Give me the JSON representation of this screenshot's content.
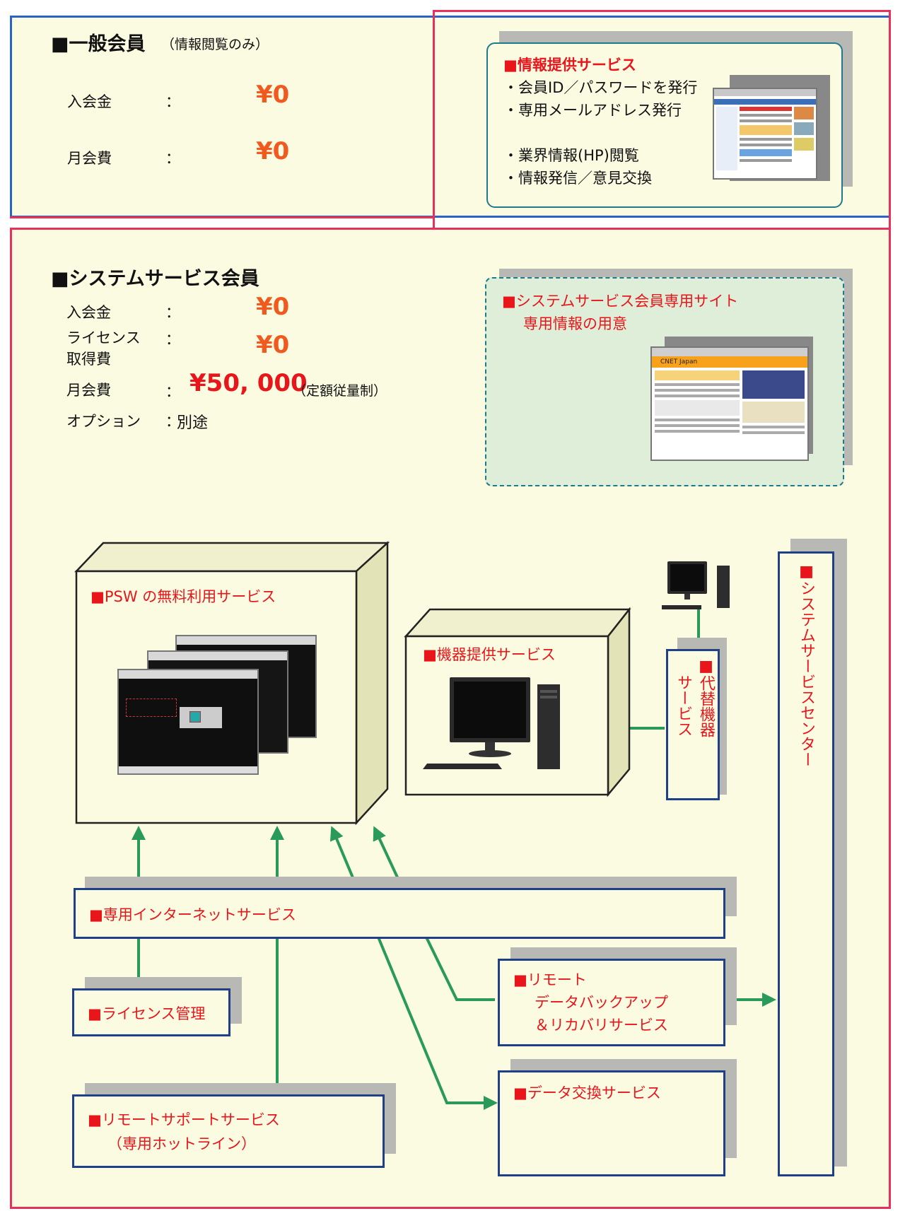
{
  "general_member": {
    "title": "■一般会員",
    "note": "（情報閲覧のみ）",
    "rows": [
      {
        "label": "入会金",
        "sep": "：",
        "value": "¥0"
      },
      {
        "label": "月会費",
        "sep": "：",
        "value": "¥0"
      }
    ]
  },
  "info_service": {
    "title": "■情報提供サービス",
    "items": [
      "・会員ID／パスワードを発行",
      "・専用メールアドレス発行",
      "・業界情報(HP)閲覧",
      "・情報発信／意見交換"
    ]
  },
  "system_member": {
    "title": "■システムサービス会員",
    "rows": [
      {
        "label": "入会金",
        "sep": "：",
        "value": "¥0"
      },
      {
        "label": "ライセンス",
        "label2": "取得費",
        "sep": "：",
        "value": "¥0"
      },
      {
        "label": "月会費",
        "sep": "：",
        "value": "¥50, 000",
        "note": "（定額従量制）"
      },
      {
        "label": "オプション",
        "sep": "：",
        "value": "別途"
      }
    ]
  },
  "member_site": {
    "line1": "■システムサービス会員専用サイト",
    "line2": "専用情報の用意",
    "screen_caption": "CNET Japan"
  },
  "services": {
    "psw": "■PSW  の無料利用サービス",
    "equipment": "■機器提供サービス",
    "alt_equipment_line1": "■代替機器",
    "alt_equipment_line2": "サービス",
    "center": "■システムサービスセンター",
    "internet": "■専用インターネットサービス",
    "license": "■ライセンス管理",
    "remote_backup_line1": "■リモート",
    "remote_backup_line2": "データバックアップ",
    "remote_backup_line3": "＆リカバリサービス",
    "data_exchange": "■データ交換サービス",
    "remote_support_line1": "■リモートサポートサービス",
    "remote_support_line2": "（専用ホットライン）"
  },
  "colors": {
    "accent_red": "#e8151b",
    "price_orange": "#f05a1e",
    "border_blue": "#1f3f86",
    "border_pink": "#e8315a",
    "arrow_green": "#2a9a5a",
    "panel_cream": "#fbfbe2"
  }
}
